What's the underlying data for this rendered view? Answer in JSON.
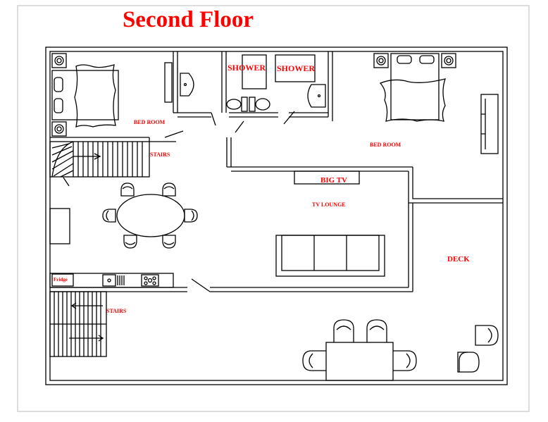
{
  "title": "Second Floor",
  "labels": {
    "bedroom_left": "BED ROOM",
    "bedroom_right": "BED ROOM",
    "shower_1": "SHOWER",
    "shower_2": "SHOWER",
    "stairs_upper": "STAIRS",
    "stairs_lower": "STAIRS",
    "big_tv": "BIG TV",
    "tv_lounge": "TV LOUNGE",
    "deck": "DECK",
    "fridge": "Fridge"
  },
  "colors": {
    "label": "#ff0000",
    "line": "#000000",
    "background": "#ffffff"
  }
}
